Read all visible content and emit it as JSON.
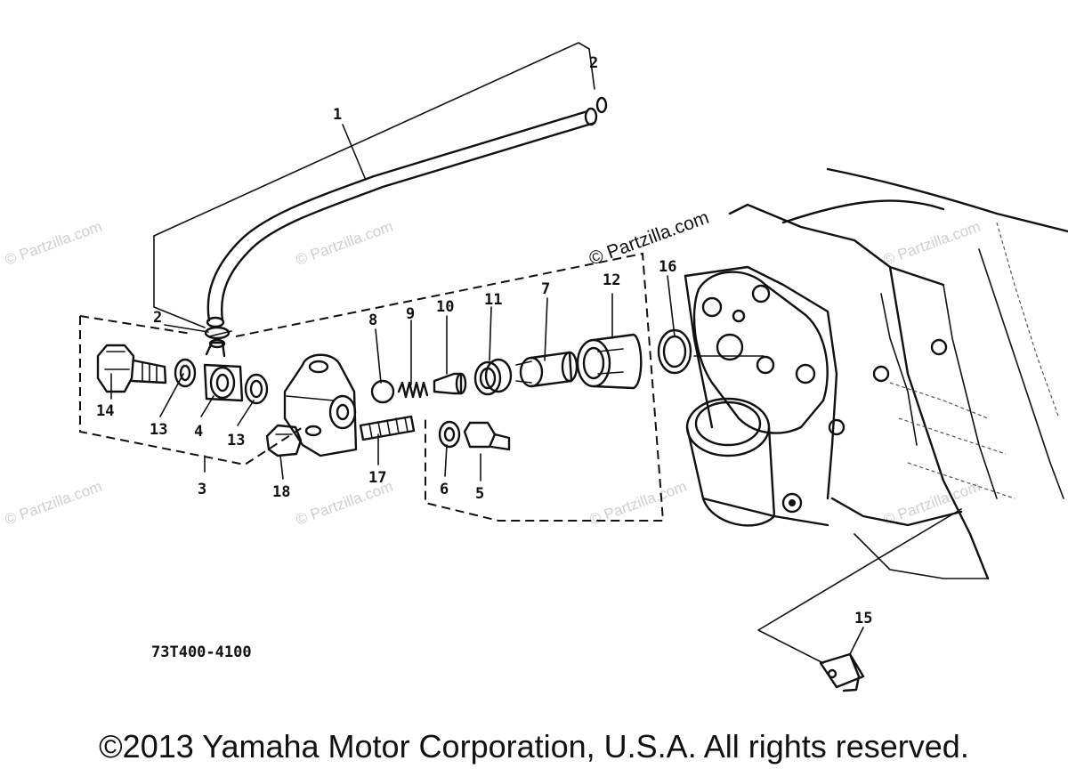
{
  "diagram": {
    "part_code": "73T400-4100",
    "copyright": "©2013 Yamaha Motor Corporation, U.S.A. All rights reserved.",
    "watermark_overlay": "© Partzilla.com",
    "watermark_faint": "© Partzilla.com",
    "callouts": {
      "n1": "1",
      "n2_top": "2",
      "n2_left": "2",
      "n3": "3",
      "n4": "4",
      "n5": "5",
      "n6": "6",
      "n7": "7",
      "n8": "8",
      "n9": "9",
      "n10": "10",
      "n11": "11",
      "n12": "12",
      "n13_a": "13",
      "n13_b": "13",
      "n14": "14",
      "n15": "15",
      "n16": "16",
      "n17": "17",
      "n18": "18"
    }
  }
}
